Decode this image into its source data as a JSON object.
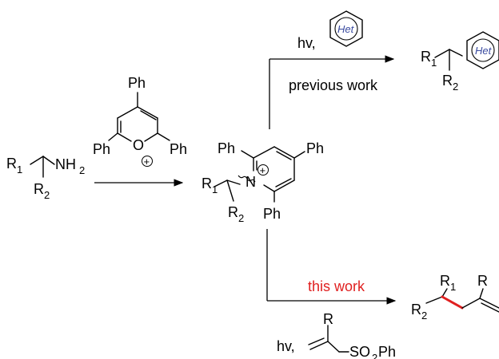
{
  "labels": {
    "R": "R",
    "sub1": "1",
    "sub2": "2",
    "nh": "NH",
    "ph": "Ph",
    "o": "O",
    "n": "N",
    "plus": "+",
    "hv": "hv,",
    "het": "Het",
    "so": "SO",
    "ph_suffix": "Ph"
  },
  "captions": {
    "previous": "previous work",
    "current": "this work"
  },
  "colors": {
    "highlight": "#e02020",
    "het_text": "#3a4ba0"
  }
}
